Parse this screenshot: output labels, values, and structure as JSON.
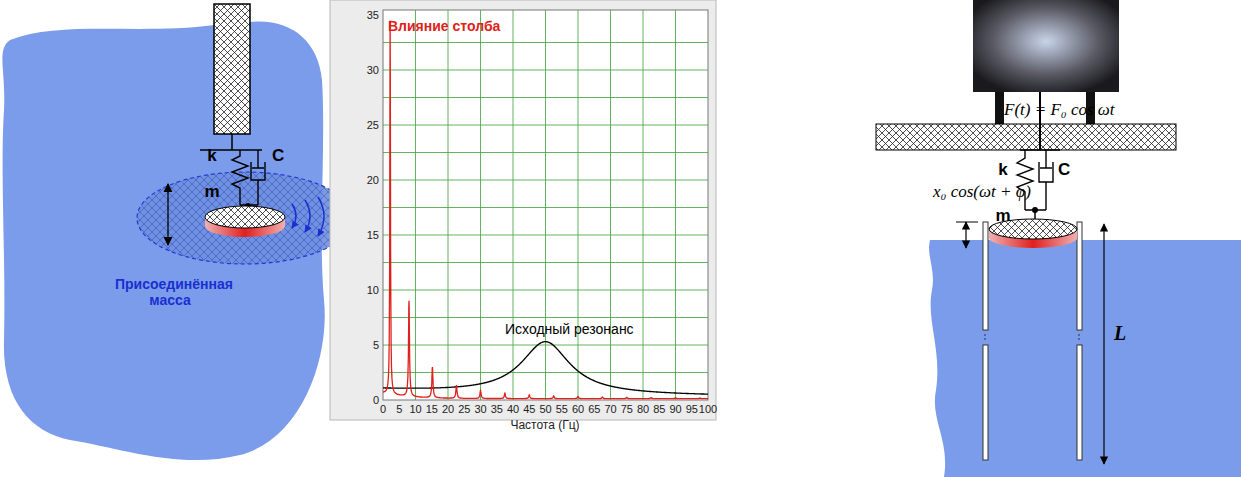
{
  "diagram": {
    "labels": [
      "k",
      "C",
      "m",
      "Присоединённая масса",
      "35",
      "30",
      "25",
      "20",
      "15",
      "10",
      "5",
      "0",
      "0",
      "5",
      "10",
      "15",
      "20",
      "25",
      "30",
      "35",
      "40",
      "45",
      "50",
      "55",
      "60",
      "65",
      "70",
      "75",
      "80",
      "85",
      "90",
      "95",
      "100",
      "Частота (Гц)",
      "Влияние столба",
      "Исходный резонанс",
      "F(t) = F₀ cos ωt",
      "k",
      "C",
      "m",
      "x₀ cos(ωt + φ)",
      "L"
    ]
  }
}
